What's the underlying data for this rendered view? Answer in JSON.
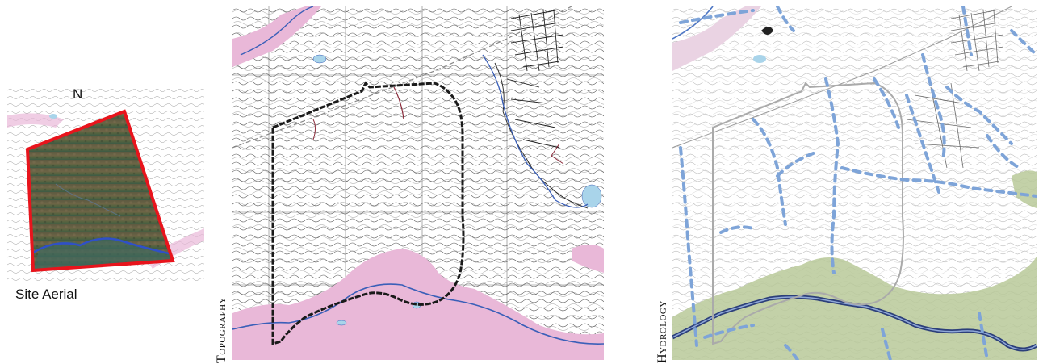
{
  "aerial": {
    "north_label": "N",
    "caption": "Site Aerial"
  },
  "topography": {
    "label": "Topography"
  },
  "hydrology": {
    "label": "Hydrology"
  },
  "colors": {
    "site_boundary_aerial": "#e8141c",
    "river": "#3a5fb8",
    "floodplain": "#e9b8d8",
    "contour": "#555555",
    "hydrology_flow": "#7ea4d8",
    "riparian_green": "#b9c999",
    "water_body": "#a9d4ea"
  },
  "icons": {
    "north": "north-arrow-label"
  }
}
